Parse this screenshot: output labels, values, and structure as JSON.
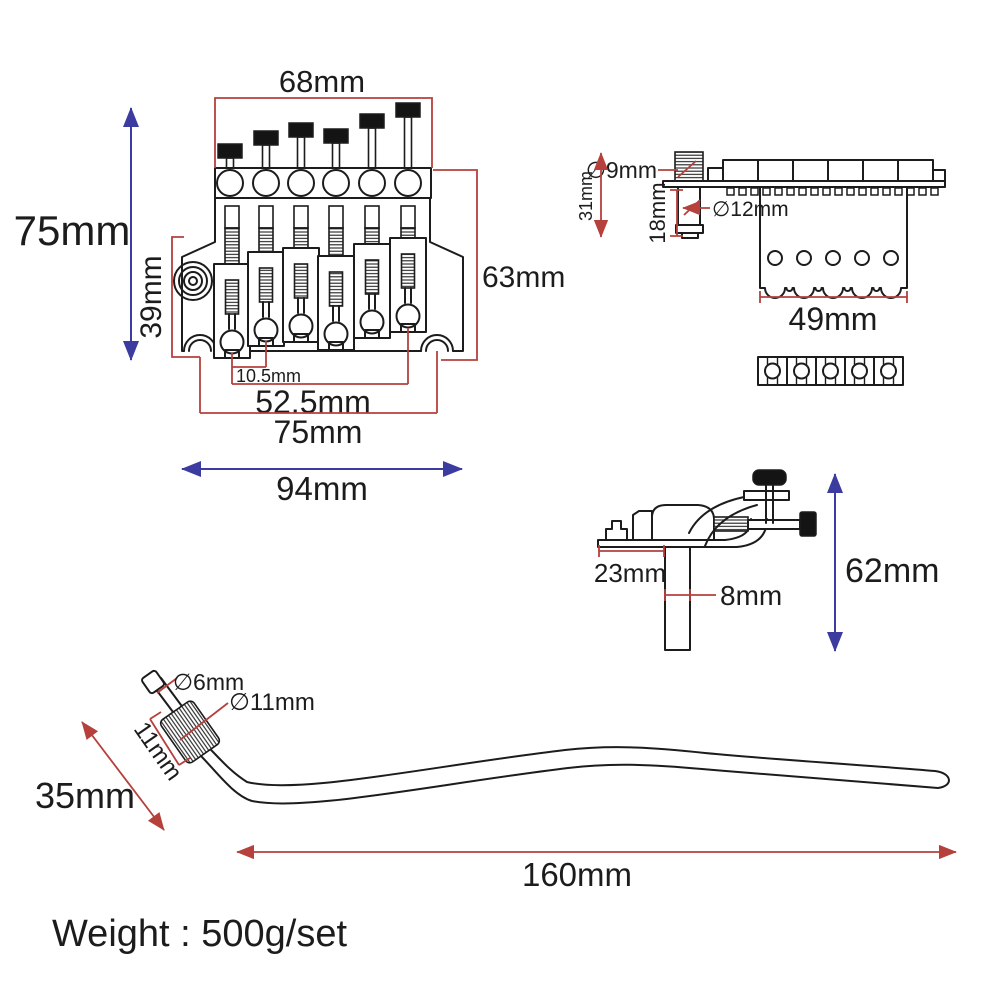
{
  "colors": {
    "dimension_red": "#b5403c",
    "dimension_blue": "#3c3ca0",
    "line_ink": "#1c1c1c",
    "background": "#ffffff"
  },
  "front_view": {
    "top_width": "68mm",
    "overall_height": "75mm",
    "plate_height": "39mm",
    "body_height": "63mm",
    "string_spacing": "10.5mm",
    "saddle_span": "52.5mm",
    "mounting_span": "75mm",
    "overall_width": "94mm"
  },
  "stud_view": {
    "stud_diameter": "∅9mm",
    "stud_total_height": "31mm",
    "insert_height": "18mm",
    "insert_diameter": "∅12mm",
    "block_width": "49mm"
  },
  "saddle_view": {
    "base_length": "23mm",
    "post_width": "8mm",
    "overall_height": "62mm"
  },
  "arm_view": {
    "tip_diameter": "∅6mm",
    "collar_diameter": "∅11mm",
    "collar_length": "11mm",
    "bend_length": "35mm",
    "arm_length": "160mm"
  },
  "footer": {
    "weight": "Weight : 500g/set"
  }
}
